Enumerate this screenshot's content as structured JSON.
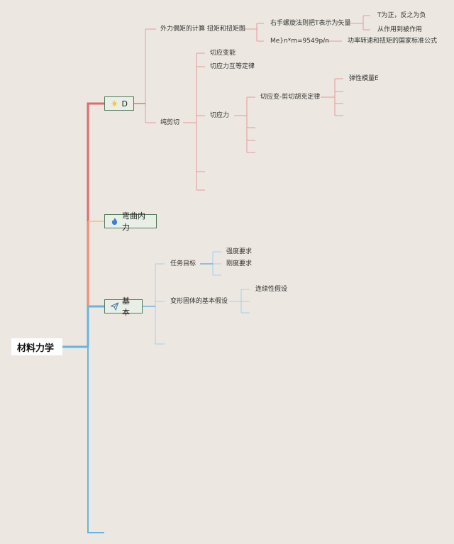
{
  "root": {
    "label": "材料力学"
  },
  "branches": {
    "d": {
      "label": "D",
      "icon": "sun-icon",
      "color": "#e06a6a"
    },
    "bending": {
      "label": "弯曲内力",
      "icon": "flame-icon",
      "color": "#f2c26b"
    },
    "basic": {
      "label": "基本",
      "icon": "paper-plane-icon",
      "color": "#68b4de"
    }
  },
  "d_nodes": {
    "external_couple": "外力偶矩的计算 扭矩和扭矩图",
    "right_hand_rule": "右手螺旋法则把T表示为矢量",
    "t_positive": "T为正，反之为负",
    "action_to_reaction": "从作用到被作用",
    "formula": "Me}n*m=9549p/n",
    "power_note": "功率转速和扭矩的国家标准公式",
    "pure_shear": "纯剪切",
    "shear_strain": "切应变能",
    "shear_reciprocal": "切应力互等定律",
    "shear_stress": "切应力",
    "hooke_law": "切应变-剪切胡克定律",
    "elastic_modulus": "弹性模量E"
  },
  "basic_nodes": {
    "task_goal": "任务目标",
    "strength": "强度要求",
    "stiffness": "刚度要求",
    "assumptions": "变形固体的基本假设",
    "continuity": "连续性假设"
  },
  "colors": {
    "d": "#e06a6a",
    "bending": "#f2c26b",
    "basic": "#68b4de",
    "root_line": "#68b4de"
  }
}
